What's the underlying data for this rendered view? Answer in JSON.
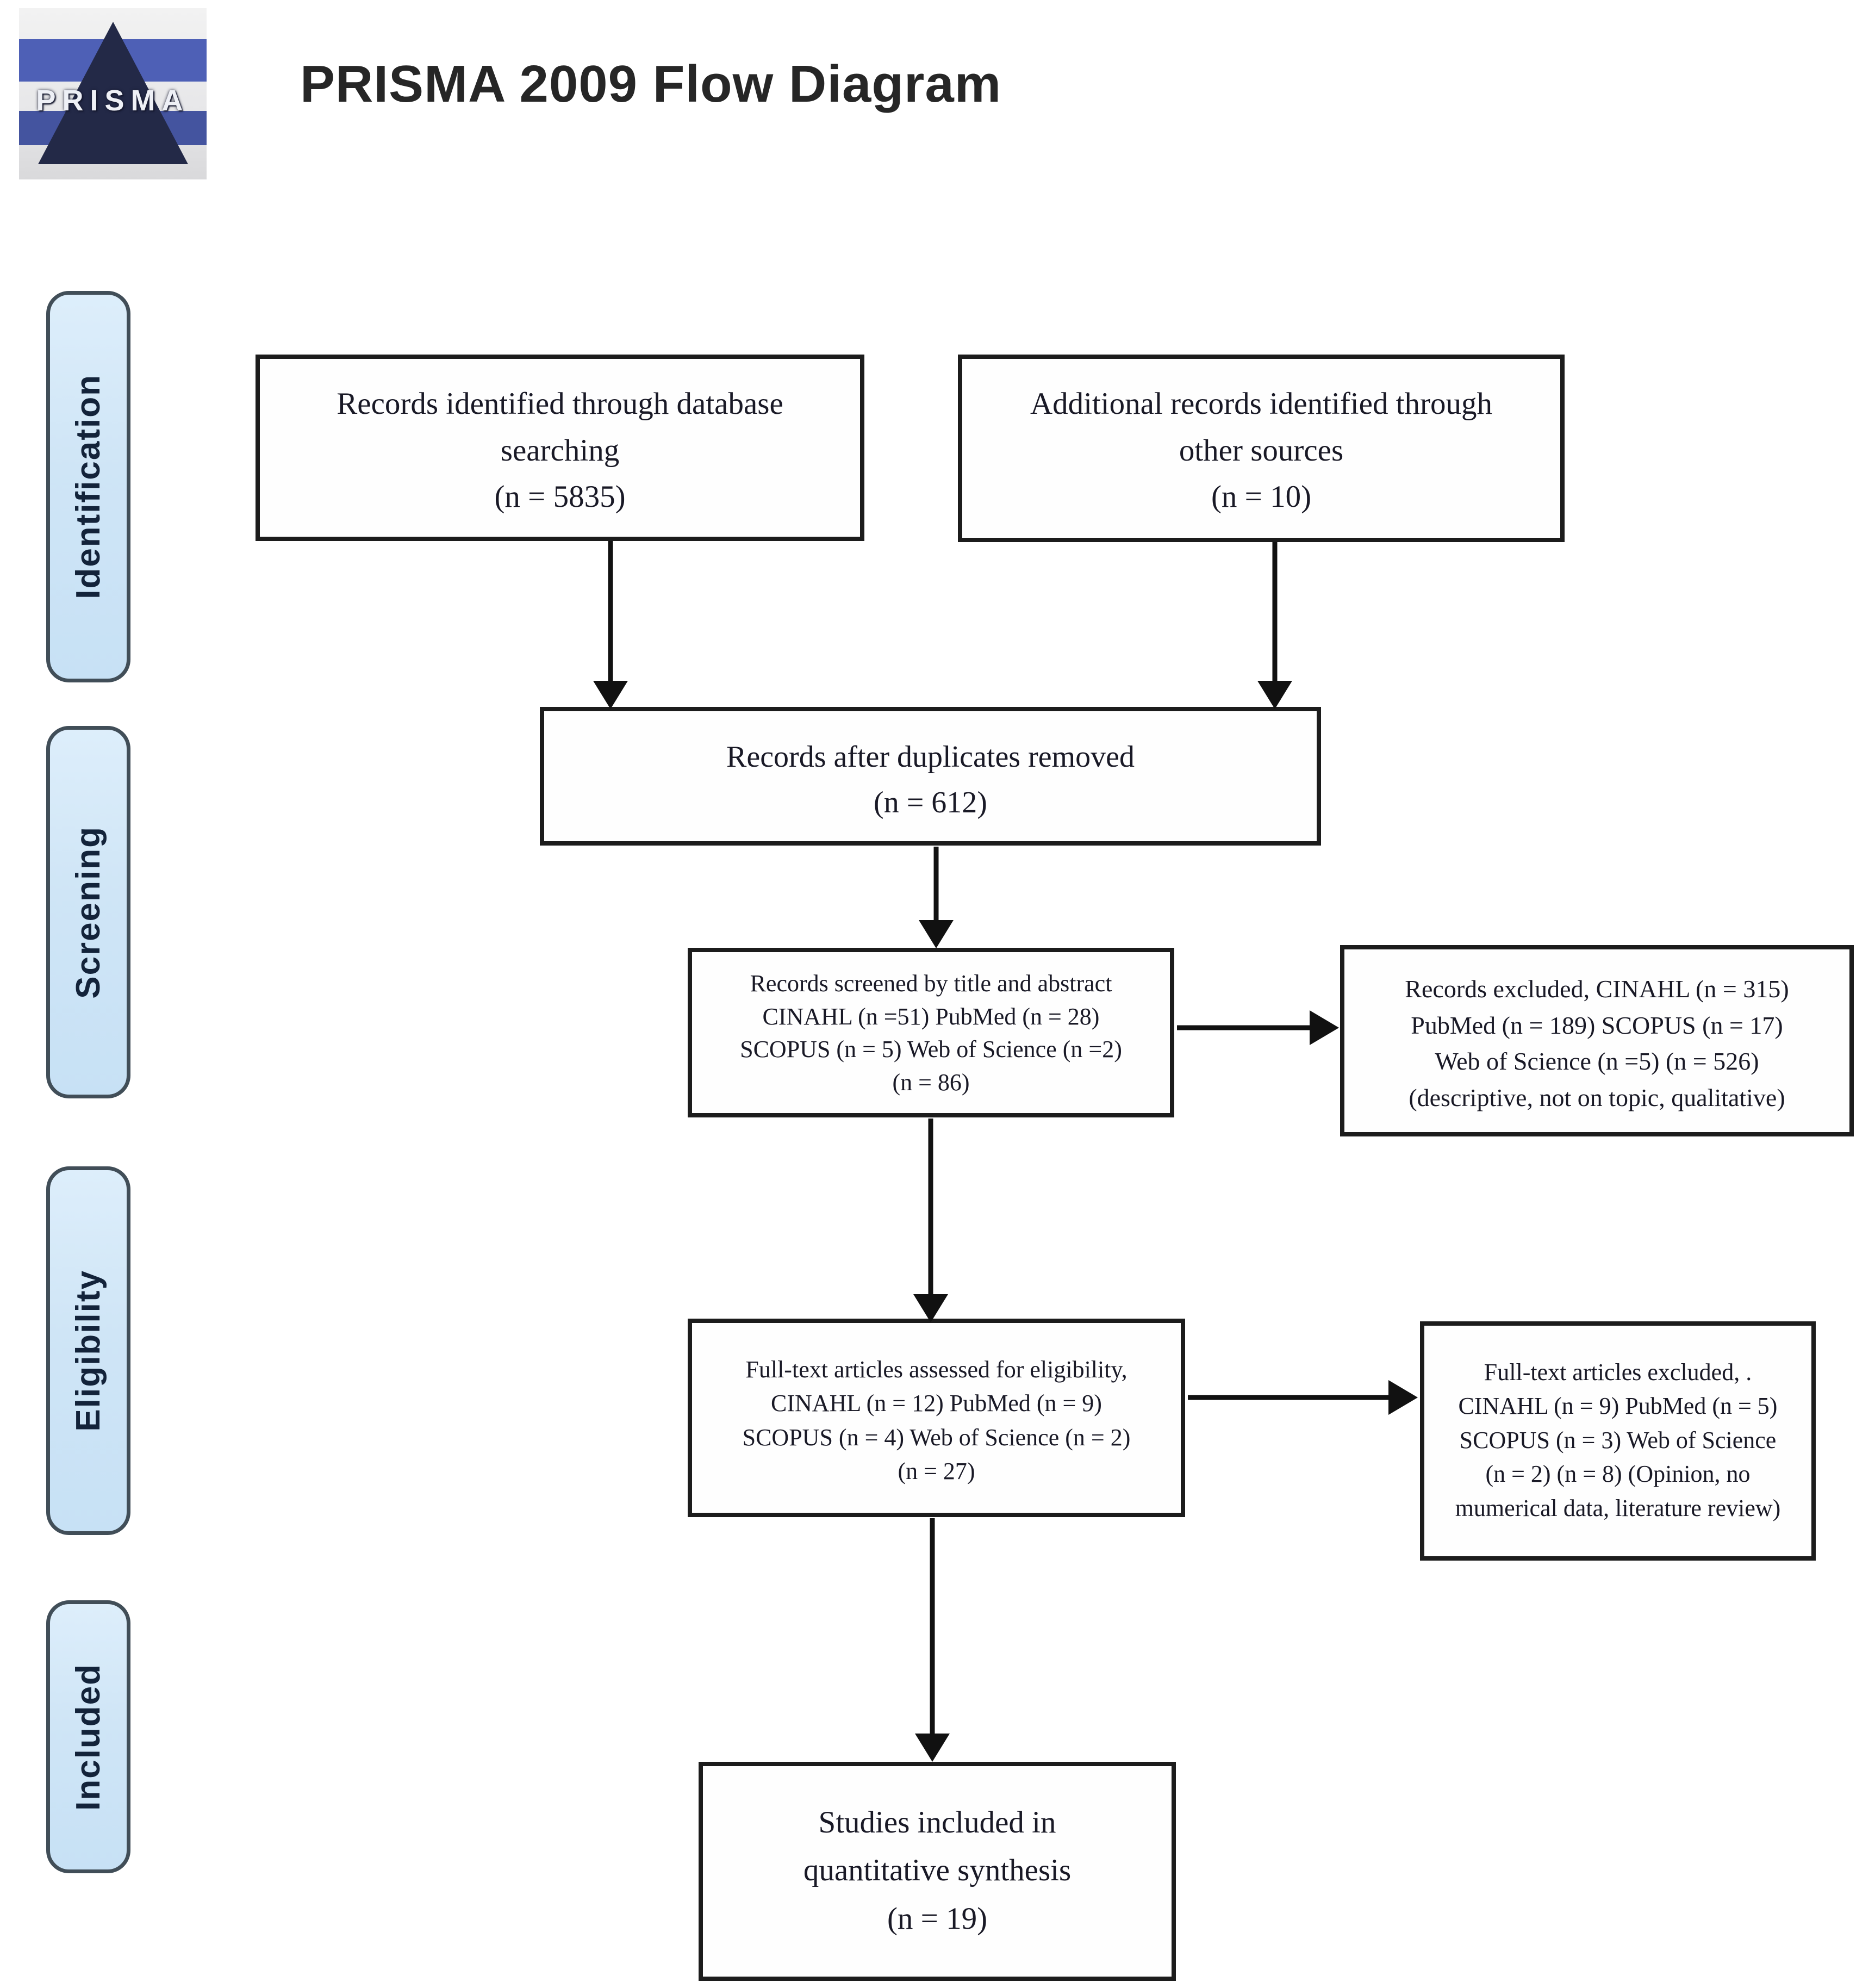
{
  "header": {
    "title": "PRISMA 2009 Flow Diagram",
    "logo_text": "PRISMA"
  },
  "sidebar": {
    "stages": [
      {
        "label": "Identification"
      },
      {
        "label": "Screening"
      },
      {
        "label": "Eligibility"
      },
      {
        "label": "Included"
      }
    ]
  },
  "boxes": {
    "identified": {
      "lines": [
        "Records identified through database",
        "searching",
        "(n = 5835)"
      ]
    },
    "additional": {
      "lines": [
        "Additional records identified through",
        "other sources",
        "(n = 10)"
      ]
    },
    "duplicates": {
      "lines": [
        "Records after duplicates removed",
        "(n =  612)"
      ]
    },
    "screened": {
      "lines": [
        "Records screened by title and abstract",
        "CINAHL (n =51) PubMed (n = 28)",
        "SCOPUS (n = 5) Web of Science (n =2)",
        "(n =  86)"
      ]
    },
    "records_excluded": {
      "lines": [
        "Records excluded, CINAHL (n = 315)",
        "PubMed (n = 189) SCOPUS (n = 17)",
        "Web of Science (n =5) (n = 526)",
        "(descriptive, not on topic, qualitative)"
      ]
    },
    "fulltext_assessed": {
      "lines": [
        "Full-text articles assessed for eligibility,",
        "CINAHL (n = 12) PubMed (n = 9)",
        "SCOPUS (n = 4) Web of Science (n = 2)",
        "(n = 27)"
      ]
    },
    "fulltext_excluded": {
      "lines": [
        "Full-text articles excluded, .",
        "CINAHL (n = 9) PubMed (n = 5)",
        "SCOPUS (n = 3) Web of Science",
        "(n = 2) (n = 8) (Opinion, no",
        "mumerical data, literature review)"
      ]
    },
    "studies_included": {
      "lines": [
        "Studies included in",
        "quantitative synthesis",
        "(n = 19)"
      ]
    }
  },
  "colors": {
    "sidebar_fill": "#cfe5f6",
    "sidebar_border": "#414e58",
    "box_border": "#1c1c1c",
    "arrow": "#111111",
    "logo_blue": "#4e60b6",
    "logo_navy": "#232947",
    "text": "#191926"
  }
}
